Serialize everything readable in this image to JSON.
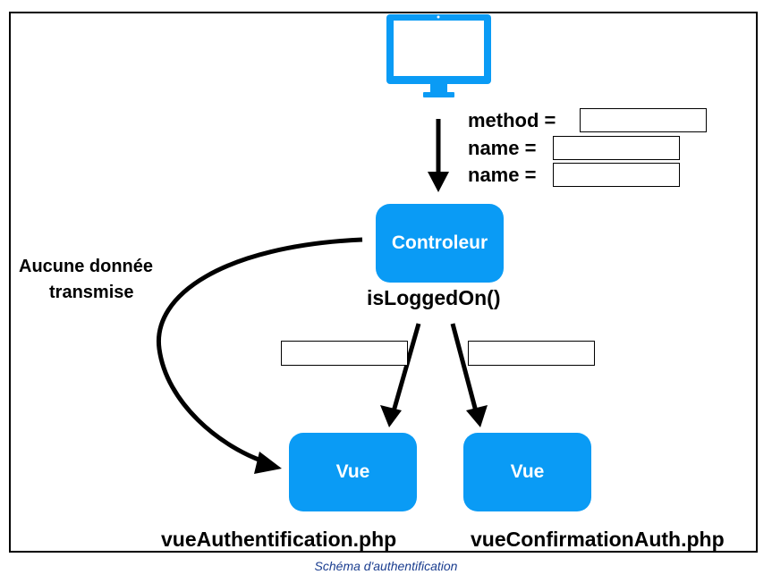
{
  "form": {
    "rows": [
      {
        "label": "method =",
        "value": ""
      },
      {
        "label": "name =",
        "value": ""
      },
      {
        "label": "name =",
        "value": ""
      }
    ]
  },
  "controller": {
    "label": "Controleur",
    "function": "isLoggedOn()"
  },
  "left_annotation": {
    "line1": "Aucune donnée",
    "line2": "transmise"
  },
  "branch_boxes": [
    {
      "value": ""
    },
    {
      "value": ""
    }
  ],
  "views": [
    {
      "label": "Vue",
      "file": "vueAuthentification.php"
    },
    {
      "label": "Vue",
      "file": "vueConfirmationAuth.php"
    }
  ],
  "caption": "Schéma d'authentification",
  "colors": {
    "node_fill": "#0a9bf5",
    "caption_text": "#1a3d8f",
    "monitor": "#0a9bf5"
  },
  "icons": {
    "client": "monitor-icon"
  }
}
